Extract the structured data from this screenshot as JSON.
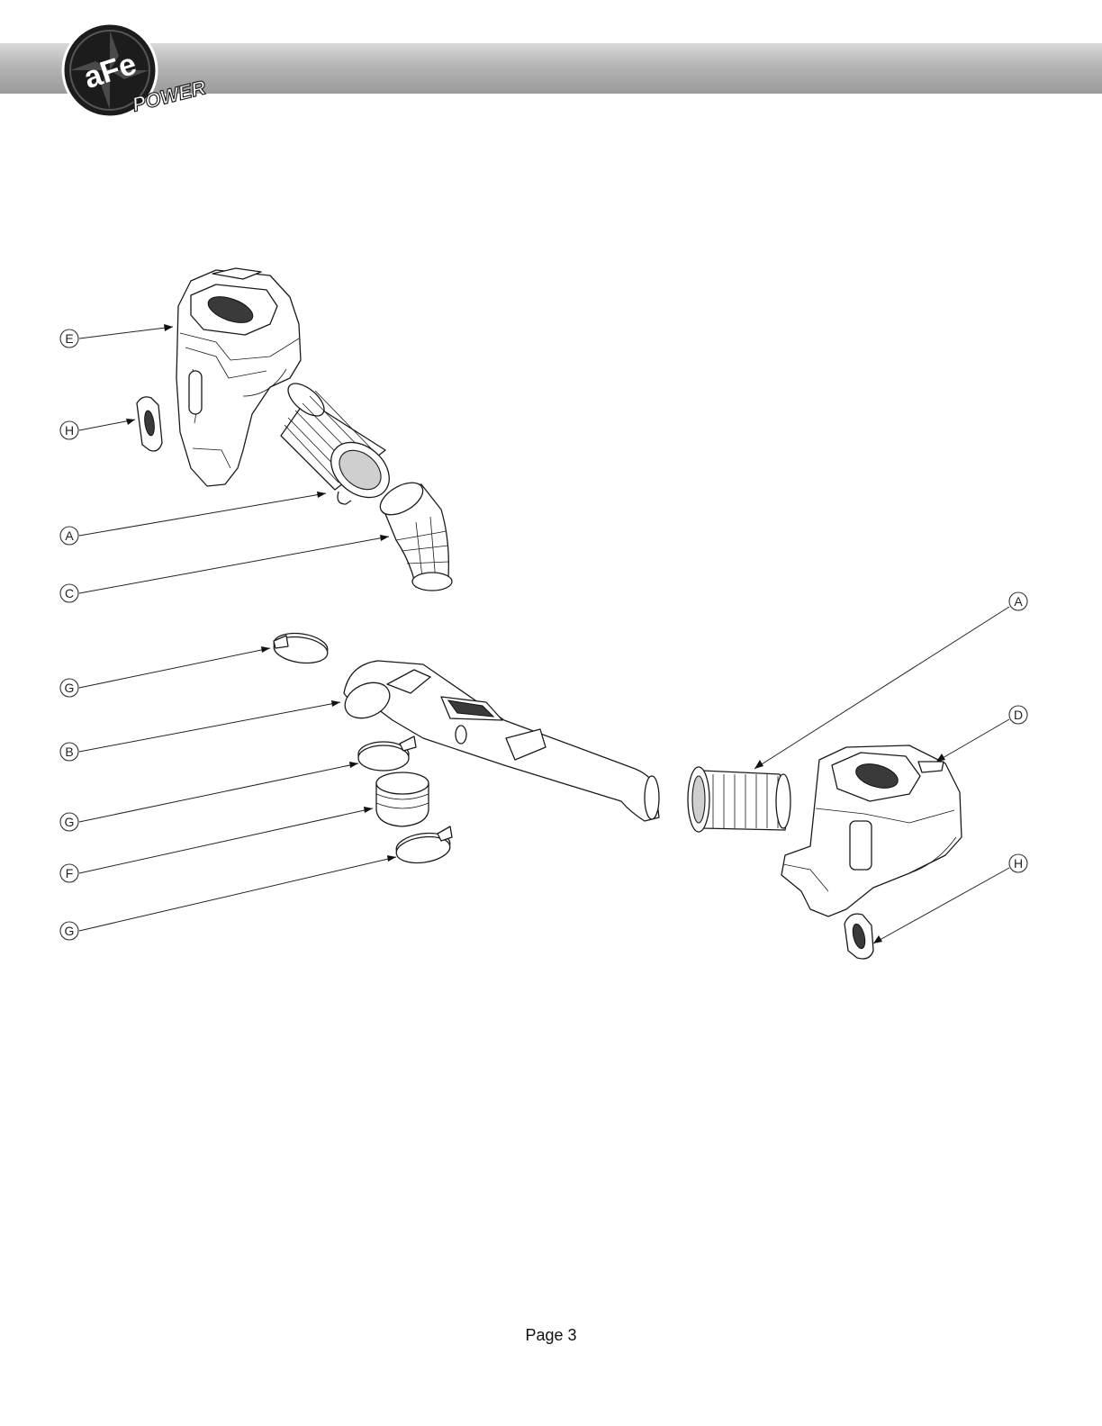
{
  "header": {
    "logo_brand": "aFe",
    "logo_sub": "POWER",
    "band_color": "#a8a8a8"
  },
  "callouts": {
    "e": "E",
    "h_left": "H",
    "a_left": "A",
    "c": "C",
    "g_top": "G",
    "b": "B",
    "g_mid": "G",
    "f": "F",
    "g_bottom": "G",
    "a_right": "A",
    "d": "D",
    "h_right": "H"
  },
  "footer": {
    "page_label": "Page 3"
  }
}
